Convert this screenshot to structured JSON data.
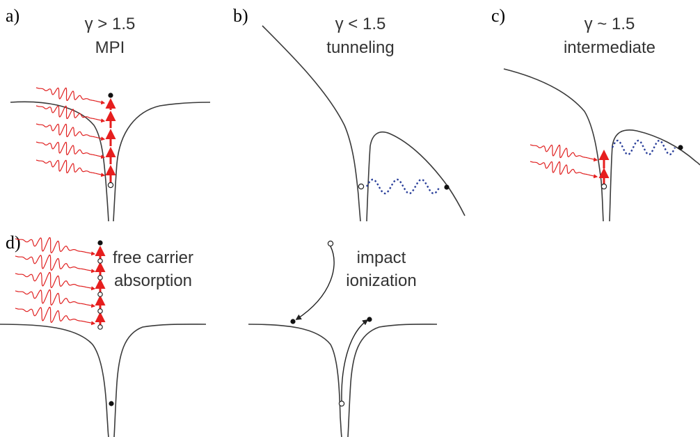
{
  "panels": {
    "a": {
      "letter": "a)",
      "line1": "γ > 1.5",
      "line2": "MPI"
    },
    "b": {
      "letter": "b)",
      "line1": "γ < 1.5",
      "line2": "tunneling"
    },
    "c": {
      "letter": "c)",
      "line1": "γ ~ 1.5",
      "line2": "intermediate"
    },
    "d": {
      "letter": "d)",
      "line1": "free carrier",
      "line2": "absorption"
    },
    "e": {
      "line1": "impact",
      "line2": "ionization"
    }
  },
  "colors": {
    "potential": "#3a3a3a",
    "photon": "#e02020",
    "tunnel_path": "#2a3f9a",
    "electron": "#111111"
  }
}
